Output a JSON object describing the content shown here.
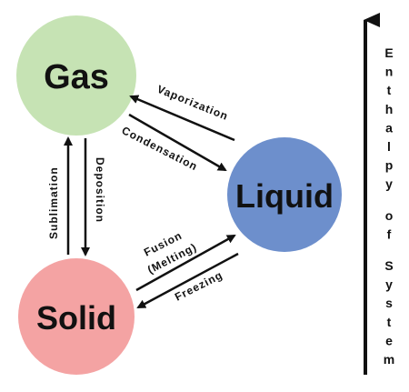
{
  "states": {
    "gas": {
      "label": "Gas",
      "color": "#c6e3b4"
    },
    "liquid": {
      "label": "Liquid",
      "color": "#6d8fcc"
    },
    "solid": {
      "label": "Solid",
      "color": "#f4a3a3"
    }
  },
  "processes": {
    "vaporization": "Vaporization",
    "condensation": "Condensation",
    "sublimation": "Sublimation",
    "deposition": "Deposition",
    "fusion_line1": "Fusion",
    "fusion_line2": "(Melting)",
    "freezing": "Freezing"
  },
  "axis": {
    "label_words": [
      "Enthalpy",
      "of",
      "System"
    ],
    "direction": "up"
  }
}
